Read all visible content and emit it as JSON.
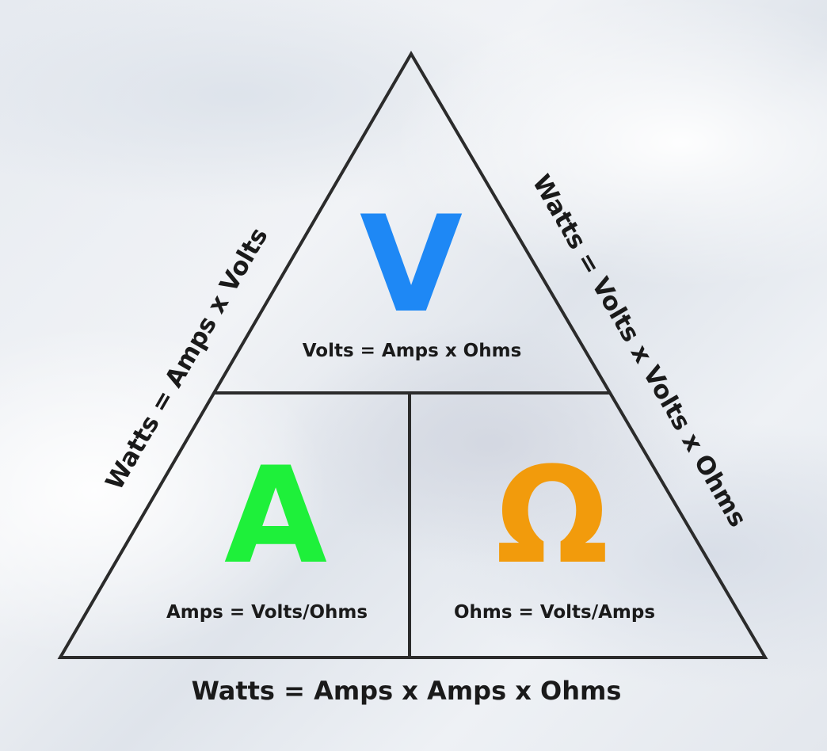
{
  "triangle": {
    "line_color": "#2b2b2b"
  },
  "top_section": {
    "symbol": "V",
    "symbol_color": "#1e88f5",
    "formula": "Volts = Amps x Ohms"
  },
  "left_section": {
    "symbol": "A",
    "symbol_color": "#1ef03a",
    "formula": "Amps = Volts/Ohms"
  },
  "right_section": {
    "symbol": "Ω",
    "symbol_color": "#f29b0c",
    "formula": "Ohms =  Volts/Amps"
  },
  "side_labels": {
    "left": "Watts = Amps x Volts",
    "right": "Watts = Volts x Volts x Ohms",
    "bottom": "Watts = Amps x Amps x Ohms"
  }
}
